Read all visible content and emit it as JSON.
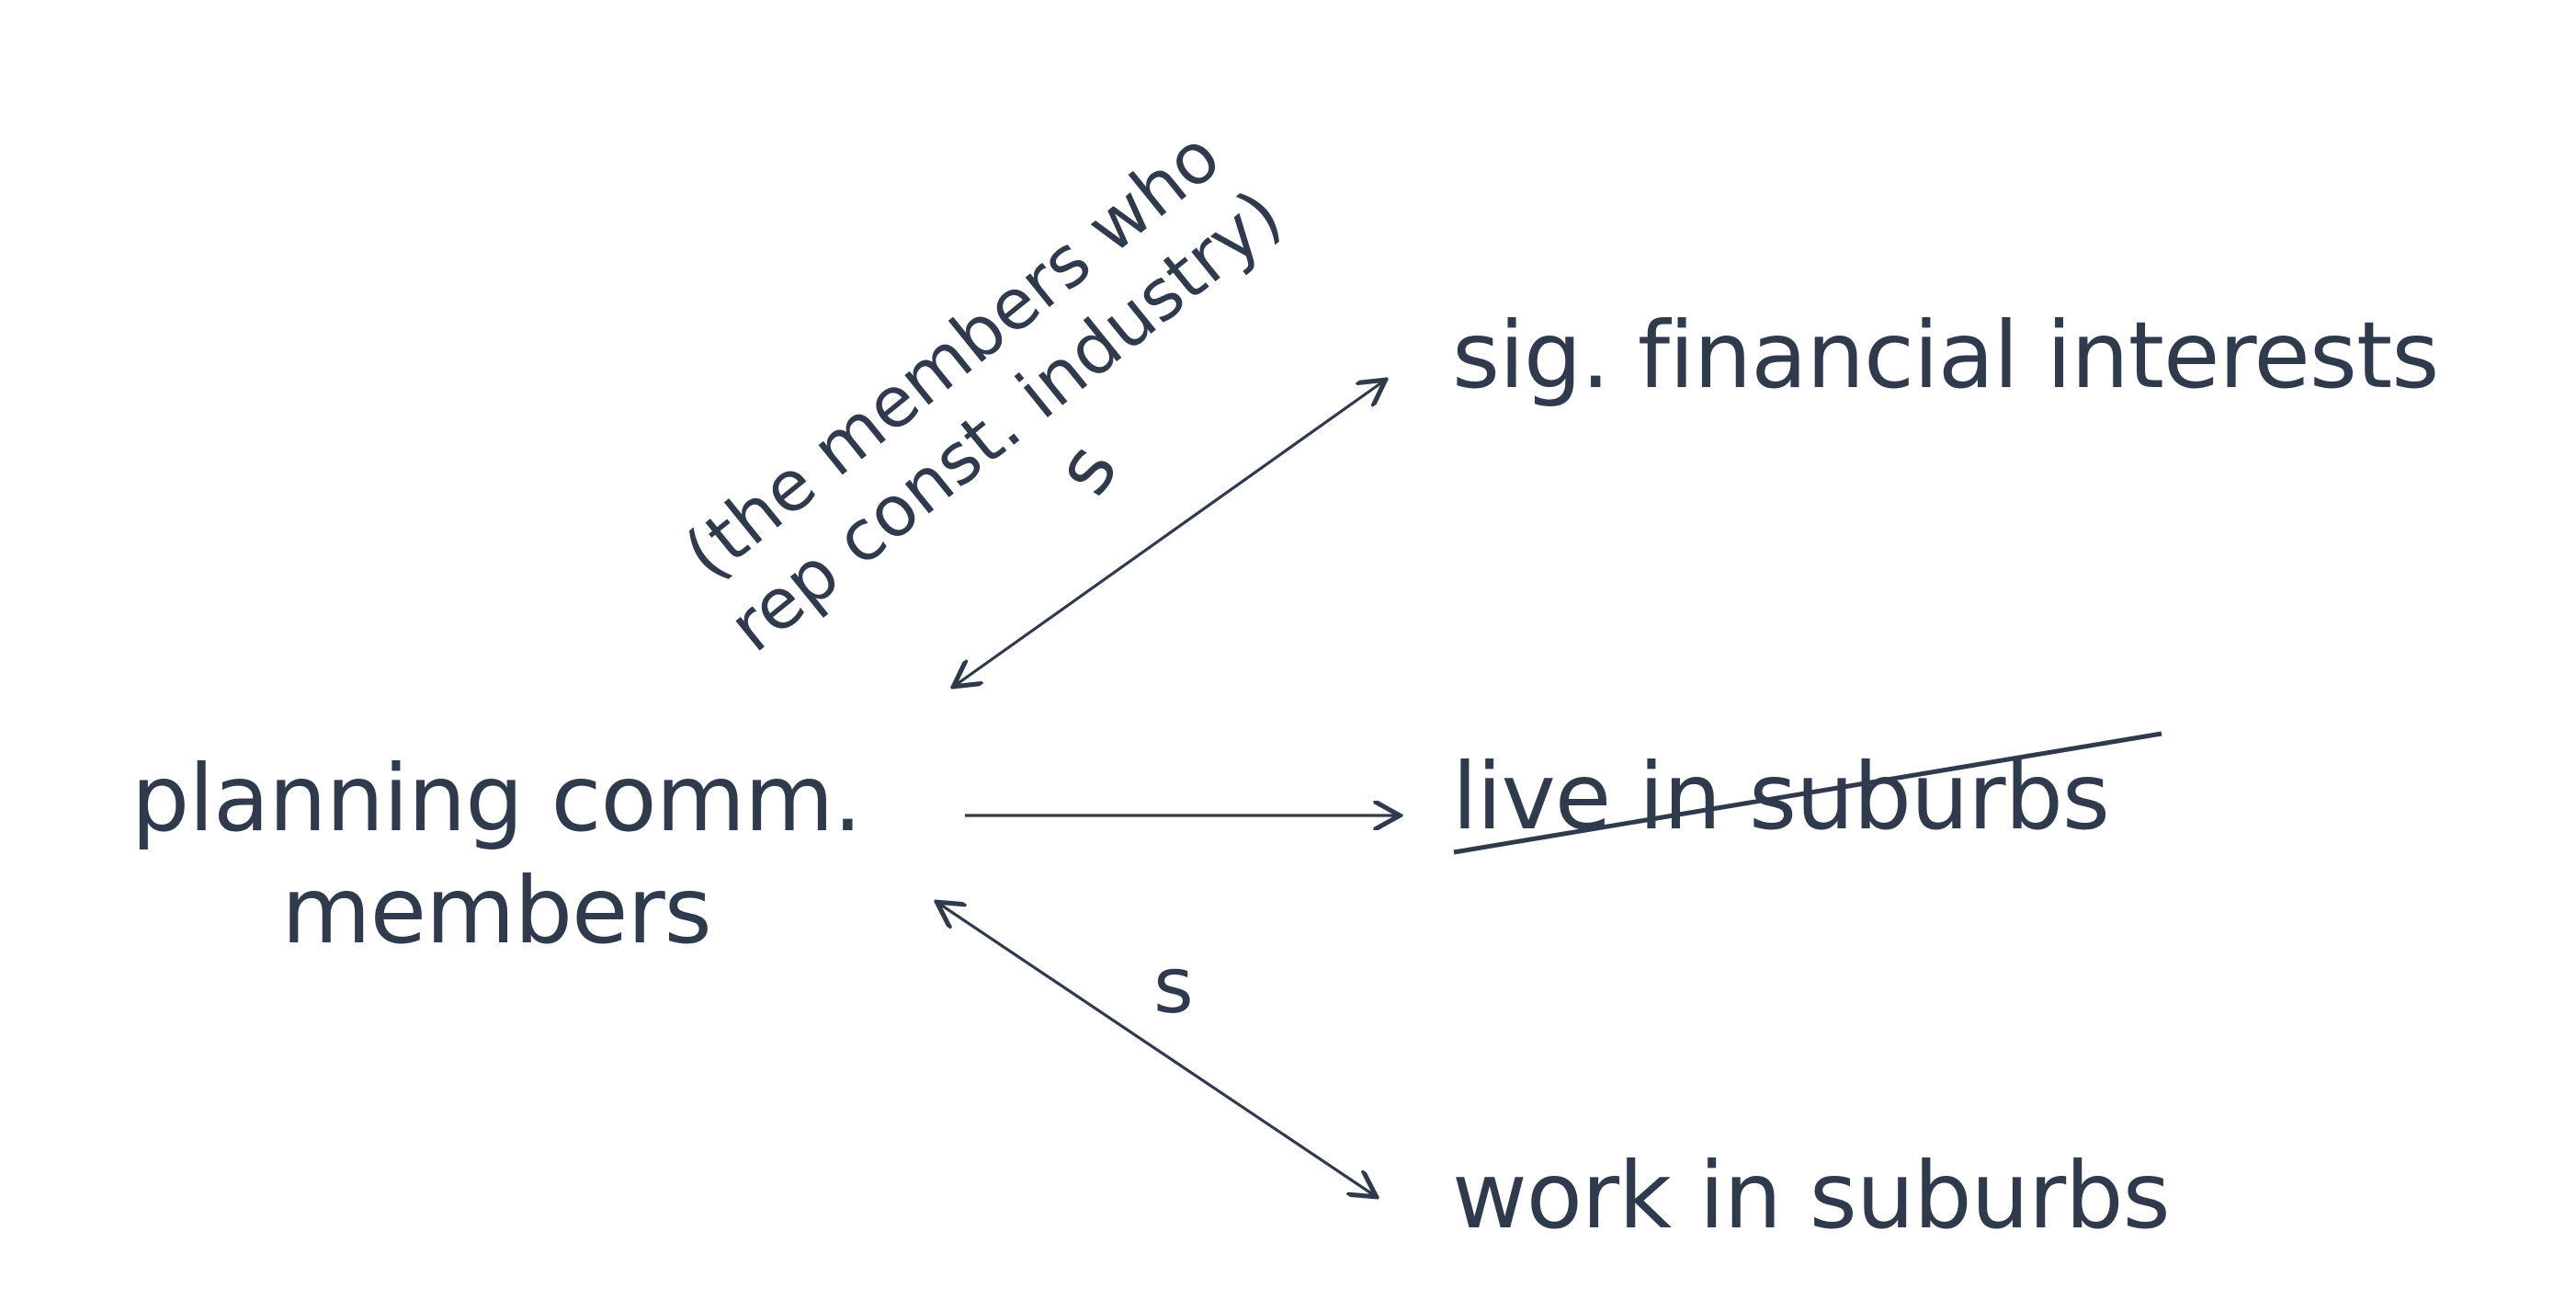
{
  "diagram": {
    "source": {
      "line1": "planning comm.",
      "line2": "members"
    },
    "targets": [
      {
        "label": "sig. financial interests",
        "struck": false
      },
      {
        "label": "live in suburbs",
        "struck": true
      },
      {
        "label": "work in suburbs",
        "struck": false
      }
    ],
    "edge_labels": {
      "top": "s",
      "bottom": "s"
    },
    "annotation": {
      "line1": "(the members who",
      "line2": "rep const. industry)"
    },
    "colors": {
      "ink": "#2f3a4c",
      "background": "#ffffff"
    }
  }
}
